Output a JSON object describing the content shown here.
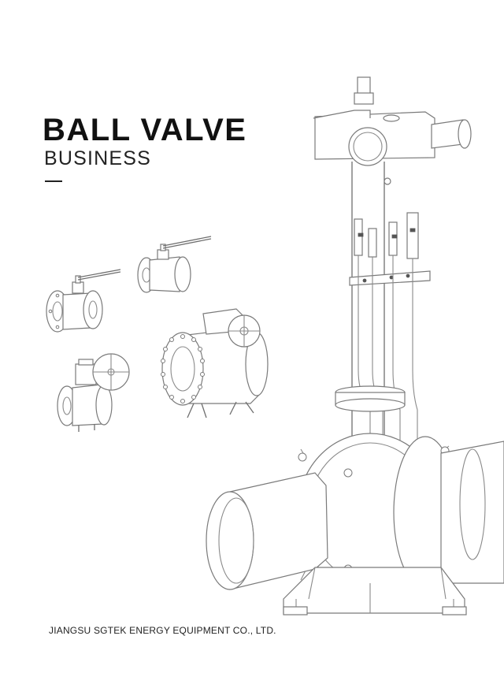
{
  "cover": {
    "title": "BALL VALVE",
    "subtitle": "BUSINESS",
    "company": "JIANGSU SGTEK ENERGY EQUIPMENT CO., LTD."
  },
  "illustrations": [
    "small-flanged-ball-valve",
    "lever-ball-valve",
    "trunnion-ball-valve-with-gear",
    "ball-valve-with-handwheel",
    "large-welded-ball-valve"
  ]
}
